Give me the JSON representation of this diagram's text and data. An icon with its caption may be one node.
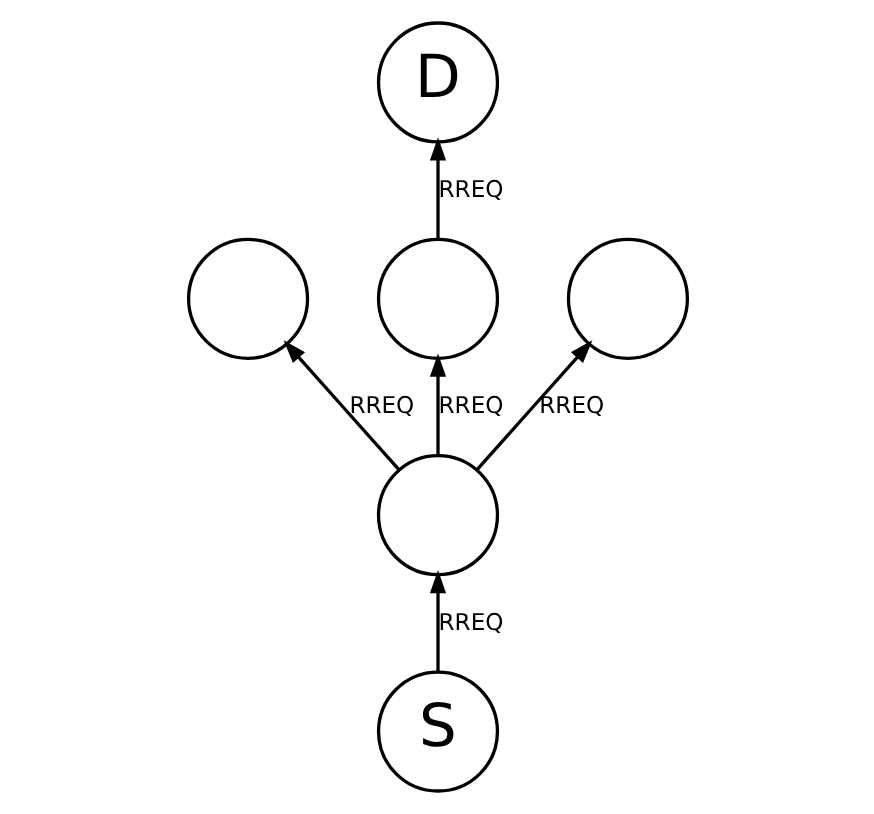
{
  "diagram": {
    "nodes": [
      {
        "text": [],
        "shape": "circle"
      },
      {
        "text": [
          "D"
        ]
      },
      {
        "text": [],
        "shape": "circle"
      },
      {
        "text": [],
        "shape": "circle"
      },
      {
        "text": [
          "S"
        ]
      },
      {
        "text": [],
        "shape": "circle"
      }
    ],
    "edges": [
      {
        "from": 4,
        "to": 2,
        "arrow": "to",
        "label": "RREQ"
      },
      {
        "from": 2,
        "to": 0,
        "arrow": "to",
        "label": "RREQ"
      },
      {
        "from": 2,
        "to": 3,
        "arrow": "to",
        "label": "RREQ"
      },
      {
        "from": 2,
        "to": 5,
        "arrow": "to",
        "label": "RREQ"
      },
      {
        "from": 3,
        "to": 1,
        "arrow": "to",
        "label": "RREQ"
      }
    ]
  }
}
